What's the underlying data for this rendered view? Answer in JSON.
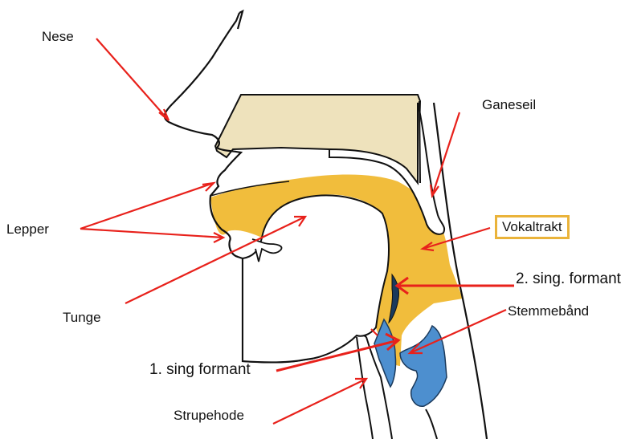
{
  "colors": {
    "palate": "#eee2bc",
    "tract": "#f1bd3c",
    "folds": "#4d8fcf",
    "arrow": "#e8211b",
    "outline": "#111111",
    "highlight_box": "#eab33a"
  },
  "labels": {
    "nese": "Nese",
    "ganeseil": "Ganeseil",
    "lepper": "Lepper",
    "vokaltrakt": "Vokaltrakt",
    "sing_formant_2": "2. sing. formant",
    "tunge": "Tunge",
    "stemmebaand": "Stemmebånd",
    "sing_formant_1": "1. sing formant",
    "strupehode": "Strupehode"
  }
}
